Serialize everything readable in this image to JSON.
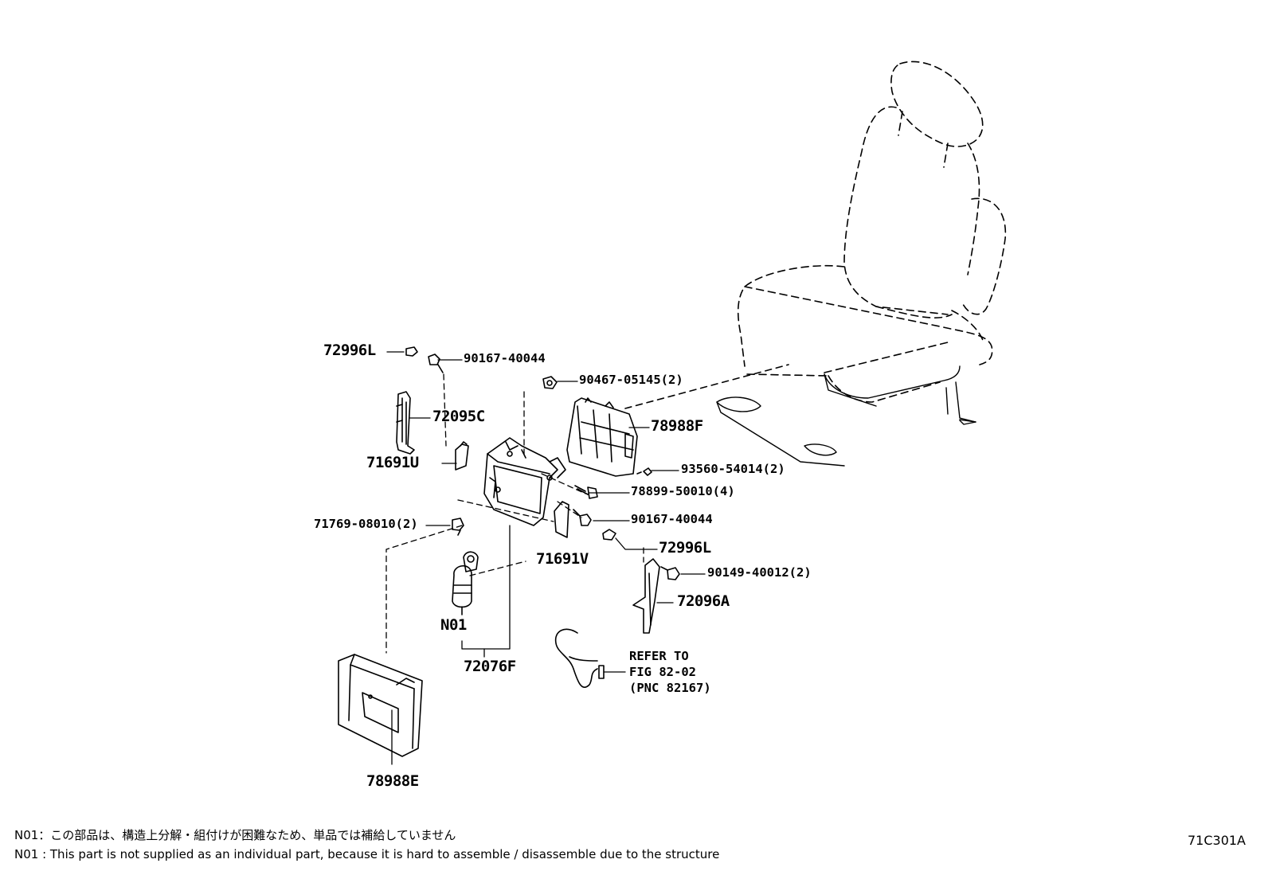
{
  "labels": {
    "l_72996L_top": "72996L",
    "l_90167_top": "90167-40044",
    "l_90467": "90467-05145(2)",
    "l_72095C": "72095C",
    "l_78988F": "78988F",
    "l_71691U": "71691U",
    "l_93560": "93560-54014(2)",
    "l_78899": "78899-50010(4)",
    "l_71769": "71769-08010(2)",
    "l_90167_mid": "90167-40044",
    "l_72996L_mid": "72996L",
    "l_71691V": "71691V",
    "l_90149": "90149-40012(2)",
    "l_72096A": "72096A",
    "l_N01": "N01",
    "l_72076F": "72076F",
    "l_78988E": "78988E"
  },
  "reference": {
    "line1": "REFER TO",
    "line2": "FIG 82-02",
    "line3": "(PNC 82167)"
  },
  "notes": {
    "jp": "N01：この部品は、構造上分解・組付けが困難なため、単品では補給していません",
    "en": "N01 : This part is not supplied as an individual part, because it is hard to assemble / disassemble due to the structure"
  },
  "figure_code": "71C301A"
}
